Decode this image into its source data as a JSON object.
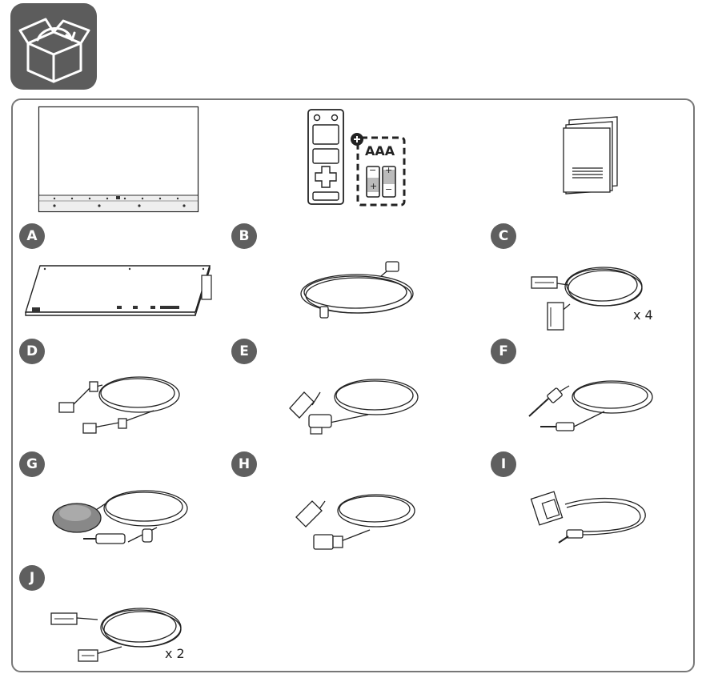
{
  "header": {
    "icon": "open-box-icon"
  },
  "labels": {
    "a": "A",
    "b": "B",
    "c": "C",
    "d": "D",
    "e": "E",
    "f": "F",
    "g": "G",
    "h": "H",
    "i": "I",
    "j": "J"
  },
  "battery": {
    "type": "AAA",
    "plus": "+",
    "minus": "−"
  },
  "quantities": {
    "c": "x 4",
    "j": "x 2"
  },
  "icons": {
    "display": "monitor-icon",
    "remote": "remote-control-icon",
    "manual": "manual-documents-icon",
    "a": "media-player-box-icon",
    "b": "power-cord-icon",
    "c": "multi-pin-cable-icon",
    "d": "connector-cable-icon",
    "e": "displayport-usb-cable-icon",
    "f": "stereo-audio-cable-icon",
    "g": "ir-receiver-icon",
    "h": "lan-cable-icon",
    "i": "rs232c-gender-cable-icon",
    "j": "flat-ribbon-cable-icon"
  },
  "colors": {
    "badge": "#5f5f5f",
    "frame": "#777777",
    "header_icon": "#5c5c5c"
  }
}
